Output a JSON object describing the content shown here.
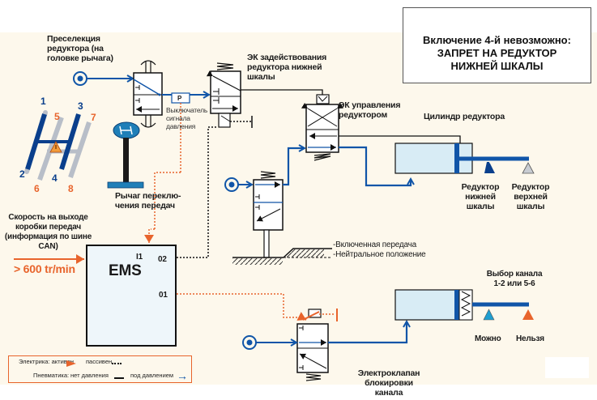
{
  "title_box": {
    "line1": "Включение 4-й невозможно:",
    "line2": "ЗАПРЕТ НА РЕДУКТОР",
    "line3": "НИЖНЕЙ ШКАЛЫ"
  },
  "labels": {
    "preselection": [
      "Преселекция",
      "редуктора (на",
      "головке рычага)"
    ],
    "ek_engage": [
      "ЭК задействования",
      "редуктора нижней",
      "шкалы"
    ],
    "ek_control": [
      "ЭК управления",
      "редуктором"
    ],
    "cylinder": "Цилиндр редуктора",
    "reducer_low": [
      "Редуктор",
      "нижней",
      "шкалы"
    ],
    "reducer_high": [
      "Редуктор",
      "верхней",
      "шкалы"
    ],
    "pressure_switch": [
      "Выключатель",
      "сигнала",
      "давления"
    ],
    "lever": [
      "Рычаг переклю-",
      "чения передач"
    ],
    "speed": [
      "Скорость на выходе",
      "коробки передач",
      "(информация по шине",
      "CAN)"
    ],
    "speed_value": "> 600 tr/min",
    "gear_engaged": "-Включенная передача",
    "neutral": "-Нейтральное положение",
    "channel_select": [
      "Выбор канала",
      "1-2 или 5-6"
    ],
    "allowed": "Можно",
    "forbidden": "Нельзя",
    "lock_valve": [
      "Электроклапан",
      "блокировки",
      "канала"
    ],
    "pressure_switch_box": "P"
  },
  "ems": {
    "name": "EMS",
    "input": "I1",
    "out2": "02",
    "out1": "01"
  },
  "gear_pattern": {
    "blue_gears": [
      "1",
      "2",
      "3",
      "4"
    ],
    "orange_gears": [
      "5",
      "6",
      "7",
      "8"
    ]
  },
  "legend": {
    "electric_label": "Электрика: активен",
    "passive_label": "пассивен",
    "pneumatic_label": "Пневматика:",
    "no_pressure_label": "нет давления",
    "under_pressure_label": "под давлением"
  },
  "colors": {
    "blue": "#1055a8",
    "orange": "#e8642c",
    "black": "#111111",
    "cylinder_fill": "#d8ecf5",
    "background": "#fdf8ec",
    "gray": "#b8bec8"
  }
}
